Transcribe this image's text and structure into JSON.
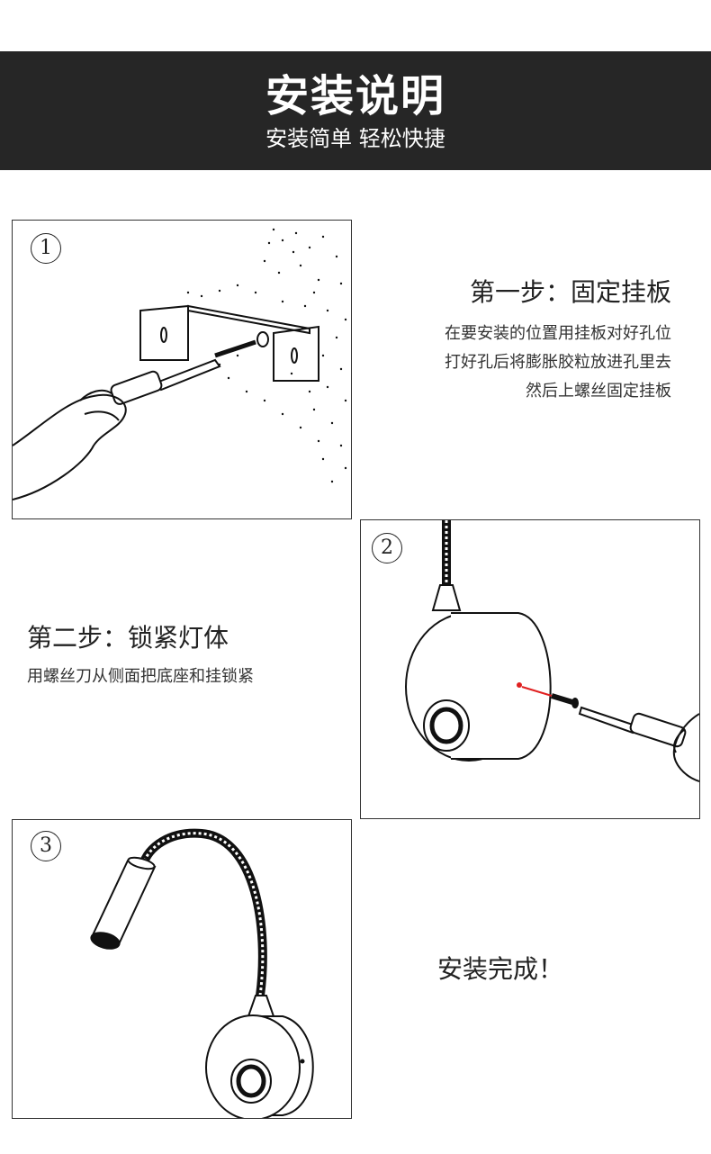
{
  "header": {
    "title": "安装说明",
    "subtitle": "安装简单 轻松快捷"
  },
  "steps": [
    {
      "number": "1",
      "title": "第一步：固定挂板",
      "lines": [
        "在要安装的位置用挂板对好孔位",
        "打好孔后将膨胀胶粒放进孔里去",
        "然后上螺丝固定挂板"
      ]
    },
    {
      "number": "2",
      "title": "第二步：锁紧灯体",
      "lines": [
        "用螺丝刀从侧面把底座和挂锁紧"
      ]
    },
    {
      "number": "3",
      "title": "安装完成！",
      "lines": []
    }
  ],
  "colors": {
    "header_bg": "#262626",
    "accent_red": "#e02020"
  },
  "icons": [
    "wall-bracket-illustration",
    "screwdriver-icon",
    "lamp-illustration",
    "screw-icon",
    "hand-icon"
  ]
}
